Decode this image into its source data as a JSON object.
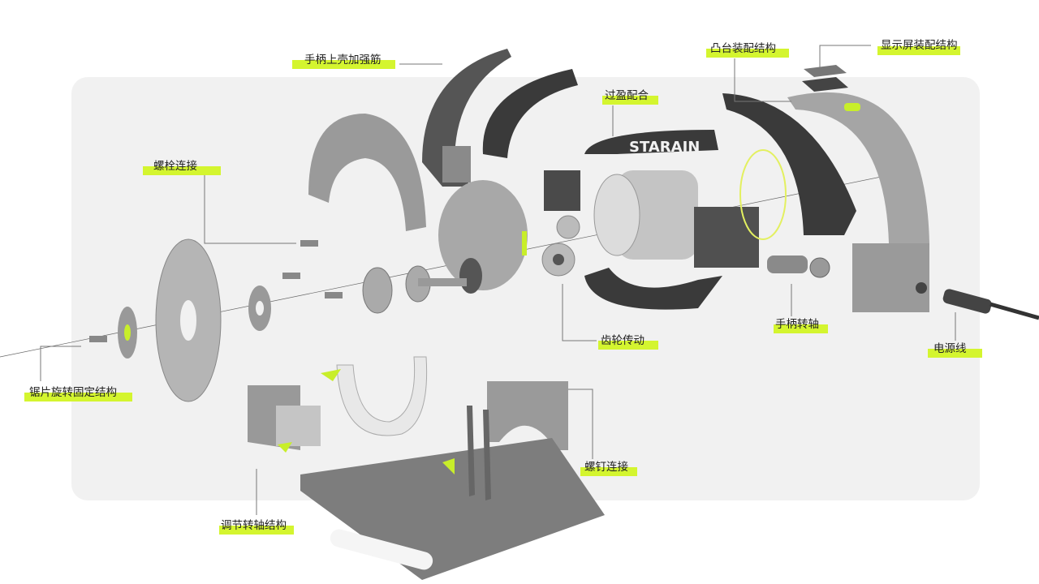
{
  "colors": {
    "highlight": "#d4f52f",
    "panel": "#f1f1f1",
    "part": "#8d8d8d",
    "dark_part": "#3e3e3e",
    "accent": "#c8ee2a"
  },
  "brand_mark": "STARAIN",
  "labels": {
    "handle_upper_rib": "手柄上壳加强筋",
    "bolt_connection": "螺栓连接",
    "interference_fit": "过盈配合",
    "boss_assembly": "凸台装配结构",
    "display_assembly": "显示屏装配结构",
    "blade_rotation_fixing": "锯片旋转固定结构",
    "gear_transmission": "齿轮传动",
    "handle_shaft": "手柄转轴",
    "power_cord": "电源线",
    "screw_connection": "螺钉连接",
    "adjust_shaft": "调节转轴结构"
  }
}
